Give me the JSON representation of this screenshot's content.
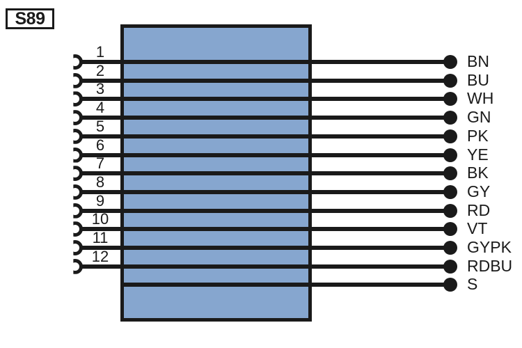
{
  "diagram": {
    "type": "connector-pinout",
    "designator": {
      "label": "S89",
      "icon": "bordered-label-box"
    },
    "connector_body": {
      "fill_color": "#86a6cf",
      "outline_color": "#1a1a1a"
    },
    "left_terminal_icon": "socket-hook-icon",
    "right_terminal_icon": "filled-dot-icon",
    "pins": [
      {
        "number": "1",
        "wire_label": "BN",
        "has_hook": true
      },
      {
        "number": "2",
        "wire_label": "BU",
        "has_hook": true
      },
      {
        "number": "3",
        "wire_label": "WH",
        "has_hook": true
      },
      {
        "number": "4",
        "wire_label": "GN",
        "has_hook": true
      },
      {
        "number": "5",
        "wire_label": "PK",
        "has_hook": true
      },
      {
        "number": "6",
        "wire_label": "YE",
        "has_hook": true
      },
      {
        "number": "7",
        "wire_label": "BK",
        "has_hook": true
      },
      {
        "number": "8",
        "wire_label": "GY",
        "has_hook": true
      },
      {
        "number": "9",
        "wire_label": "RD",
        "has_hook": true
      },
      {
        "number": "10",
        "wire_label": "VT",
        "has_hook": true
      },
      {
        "number": "11",
        "wire_label": "GYPK",
        "has_hook": true
      },
      {
        "number": "12",
        "wire_label": "RDBU",
        "has_hook": true
      },
      {
        "number": "",
        "wire_label": "S",
        "has_hook": false
      }
    ]
  }
}
